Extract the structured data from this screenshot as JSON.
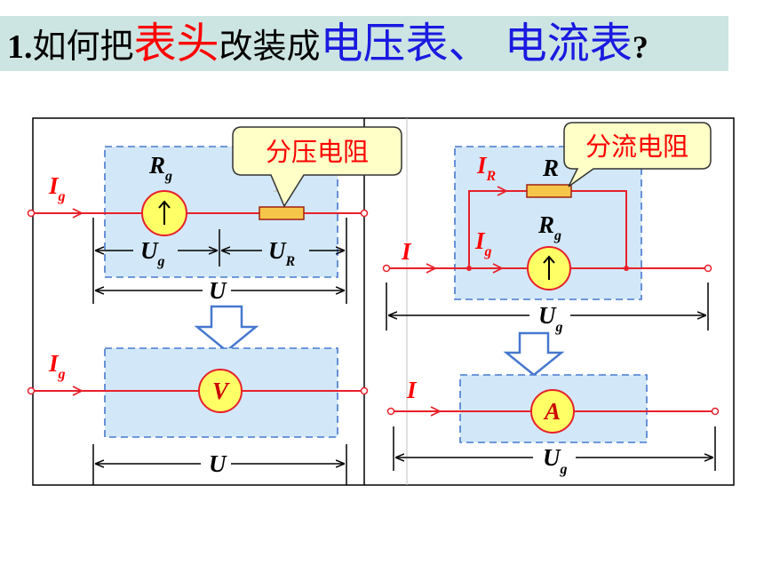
{
  "title": {
    "number": "1.",
    "lead": "如何把",
    "meter_term": "表头",
    "middle": "改装成",
    "targets": "电压表、 电流表",
    "end": "?"
  },
  "colors": {
    "title_bg": "#cde5e2",
    "wire": "#e8202a",
    "box_fill": "#d2e8f8",
    "box_border": "#4778cf",
    "meter_fill": "#ffff66",
    "resistor_fill": "#f6c64a",
    "callout_fill": "#ffffc8",
    "red_text": "#ff0000",
    "blue_text": "#1a1ae0"
  },
  "icons": {
    "galvanometer_needle": "arrow-up-icon",
    "conversion_arrow": "arrow-down-icon"
  },
  "voltmeter": {
    "top": {
      "current": {
        "symbol": "I",
        "sub": "g"
      },
      "galvanometer_resistance": {
        "symbol": "R",
        "sub": "g"
      },
      "added_resistor": "R",
      "callout": "分压电阻",
      "galvanometer_voltage": {
        "symbol": "U",
        "sub": "g"
      },
      "resistor_voltage": {
        "symbol": "U",
        "sub": "R"
      },
      "total_voltage": "U"
    },
    "bottom": {
      "current": {
        "symbol": "I",
        "sub": "g"
      },
      "meter_symbol": "V",
      "total_voltage": "U"
    }
  },
  "ammeter": {
    "top": {
      "total_current": "I",
      "shunt_current": {
        "symbol": "I",
        "sub": "R"
      },
      "shunt_resistor": "R",
      "galvanometer_resistance": {
        "symbol": "R",
        "sub": "g"
      },
      "galvanometer_current": {
        "symbol": "I",
        "sub": "g"
      },
      "callout": "分流电阻",
      "voltage": {
        "symbol": "U",
        "sub": "g"
      }
    },
    "bottom": {
      "total_current": "I",
      "meter_symbol": "A",
      "voltage": {
        "symbol": "U",
        "sub": "g"
      }
    }
  }
}
